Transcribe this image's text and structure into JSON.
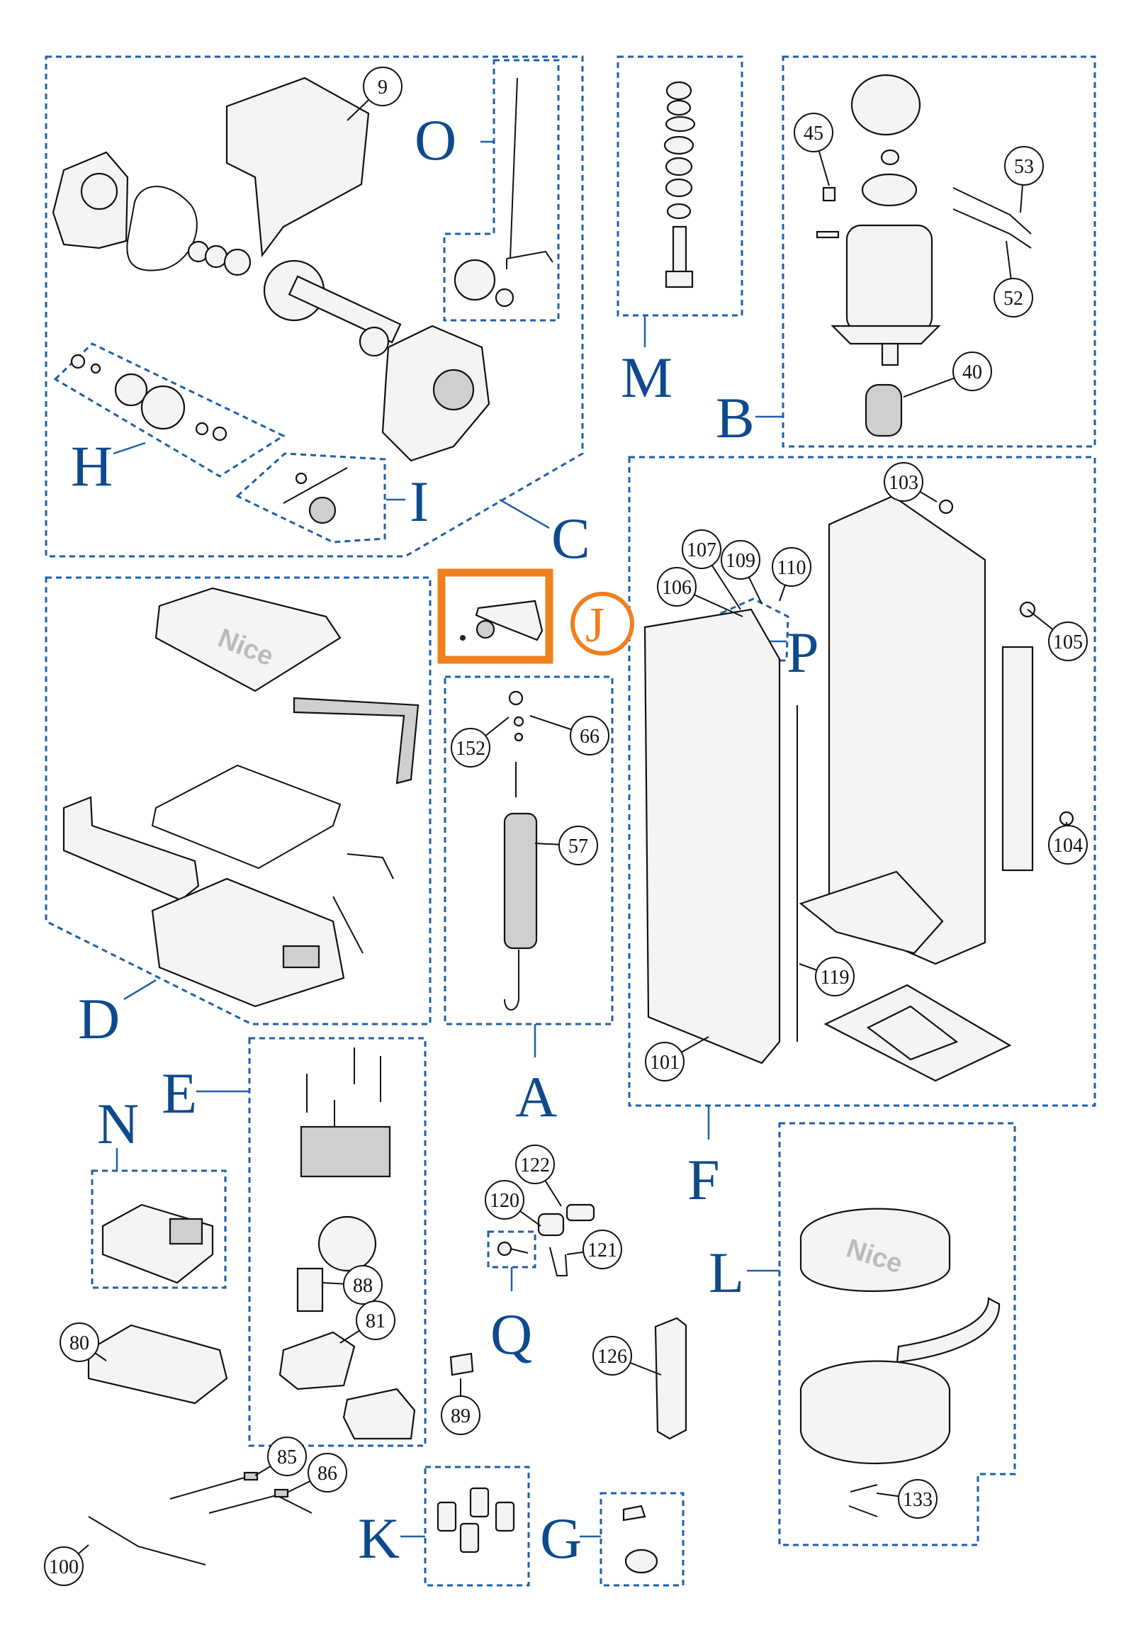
{
  "colors": {
    "group_outline": "#1f5fa8",
    "group_letter": "#0d4a8c",
    "highlight": "#f07f1e",
    "part_line": "#111111"
  },
  "groups": [
    "A",
    "B",
    "C",
    "D",
    "E",
    "F",
    "G",
    "H",
    "I",
    "K",
    "L",
    "M",
    "N",
    "O",
    "P",
    "Q"
  ],
  "highlight": {
    "letter": "J"
  },
  "parts": [
    "9",
    "45",
    "53",
    "52",
    "40",
    "103",
    "107",
    "109",
    "110",
    "106",
    "105",
    "104",
    "119",
    "101",
    "152",
    "66",
    "57",
    "122",
    "120",
    "121",
    "126",
    "133",
    "88",
    "81",
    "80",
    "89",
    "85",
    "86",
    "100"
  ],
  "brand_text": "Nice"
}
